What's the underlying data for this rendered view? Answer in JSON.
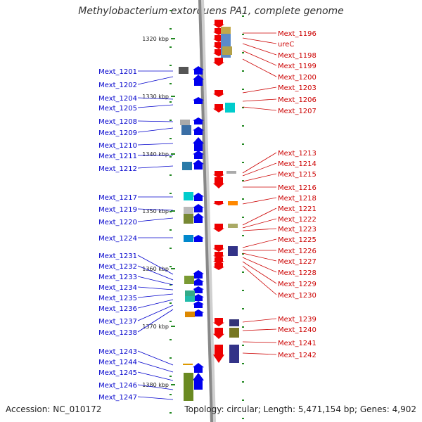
{
  "title": "Methylobacterium extorquens PA1, complete genome",
  "accession": "Accession: NC_010172",
  "topology": "Topology: circular; Length: 5,471,154 bp; Genes: 4,902",
  "colors": {
    "left_label": "#0000cc",
    "right_label": "#cc0000",
    "left_arrow": "#0000ee",
    "right_arrow": "#ee0000",
    "backbone": "#888888",
    "tick": "#228822"
  },
  "scale_ticks": [
    "1320 kbp",
    "1330 kbp",
    "1340 kbp",
    "1350 kbp",
    "1360 kbp",
    "1370 kbp",
    "1380 kbp"
  ],
  "left_genes": [
    "Mext_1201",
    "Mext_1202",
    "Mext_1204",
    "Mext_1205",
    "Mext_1208",
    "Mext_1209",
    "Mext_1210",
    "Mext_1211",
    "Mext_1212",
    "Mext_1217",
    "Mext_1219",
    "Mext_1220",
    "Mext_1224",
    "Mext_1231",
    "Mext_1232",
    "Mext_1233",
    "Mext_1234",
    "Mext_1235",
    "Mext_1236",
    "Mext_1237",
    "Mext_1238",
    "Mext_1243",
    "Mext_1244",
    "Mext_1245",
    "Mext_1246",
    "Mext_1247"
  ],
  "right_genes": [
    "Mext_1196",
    "ureC",
    "Mext_1198",
    "Mext_1199",
    "Mext_1200",
    "Mext_1203",
    "Mext_1206",
    "Mext_1207",
    "Mext_1213",
    "Mext_1214",
    "Mext_1215",
    "Mext_1216",
    "Mext_1218",
    "Mext_1221",
    "Mext_1222",
    "Mext_1223",
    "Mext_1225",
    "Mext_1226",
    "Mext_1227",
    "Mext_1228",
    "Mext_1229",
    "Mext_1230",
    "Mext_1239",
    "Mext_1240",
    "Mext_1241",
    "Mext_1242"
  ]
}
